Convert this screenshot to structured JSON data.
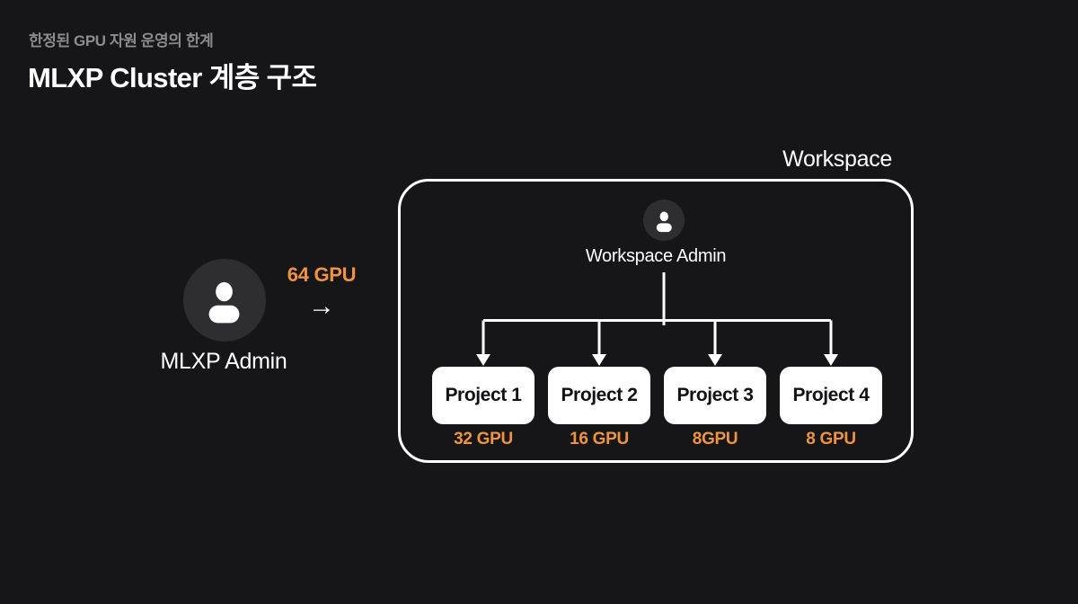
{
  "slide": {
    "kicker": "한정된 GPU 자원 운영의 한계",
    "title": "MLXP Cluster 계층 구조"
  },
  "mlxp_admin": {
    "label": "MLXP Admin",
    "gpu_label": "64 GPU",
    "arrow": "→"
  },
  "workspace": {
    "label": "Workspace",
    "admin_label": "Workspace Admin",
    "projects": [
      {
        "name": "Project 1",
        "gpu": "32 GPU"
      },
      {
        "name": "Project 2",
        "gpu": "16 GPU"
      },
      {
        "name": "Project 3",
        "gpu": "8GPU"
      },
      {
        "name": "Project 4",
        "gpu": "8 GPU"
      }
    ]
  },
  "colors": {
    "background": "#161619",
    "accent_orange": "#F0943C",
    "kicker_gray": "#8B8B90",
    "line_white": "#FFFFFF",
    "avatar_gray": "#2E2E31"
  }
}
